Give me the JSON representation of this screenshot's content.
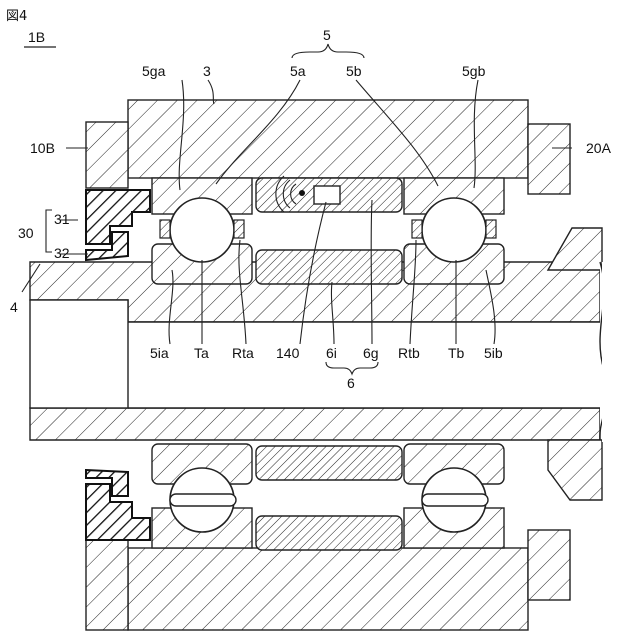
{
  "figure": {
    "title": "図4",
    "subtitle": "1B"
  },
  "labels": {
    "n5": "5",
    "n5a": "5a",
    "n5b": "5b",
    "n5ga": "5ga",
    "n3": "3",
    "n5gb": "5gb",
    "n10B": "10B",
    "n20A": "20A",
    "n30": "30",
    "n31": "31",
    "n32": "32",
    "n4": "4",
    "n5ia": "5ia",
    "nTa": "Ta",
    "nRta": "Rta",
    "n140": "140",
    "n6i": "6i",
    "n6g": "6g",
    "n6": "6",
    "nRtb": "Rtb",
    "nTb": "Tb",
    "n5ib": "5ib"
  }
}
